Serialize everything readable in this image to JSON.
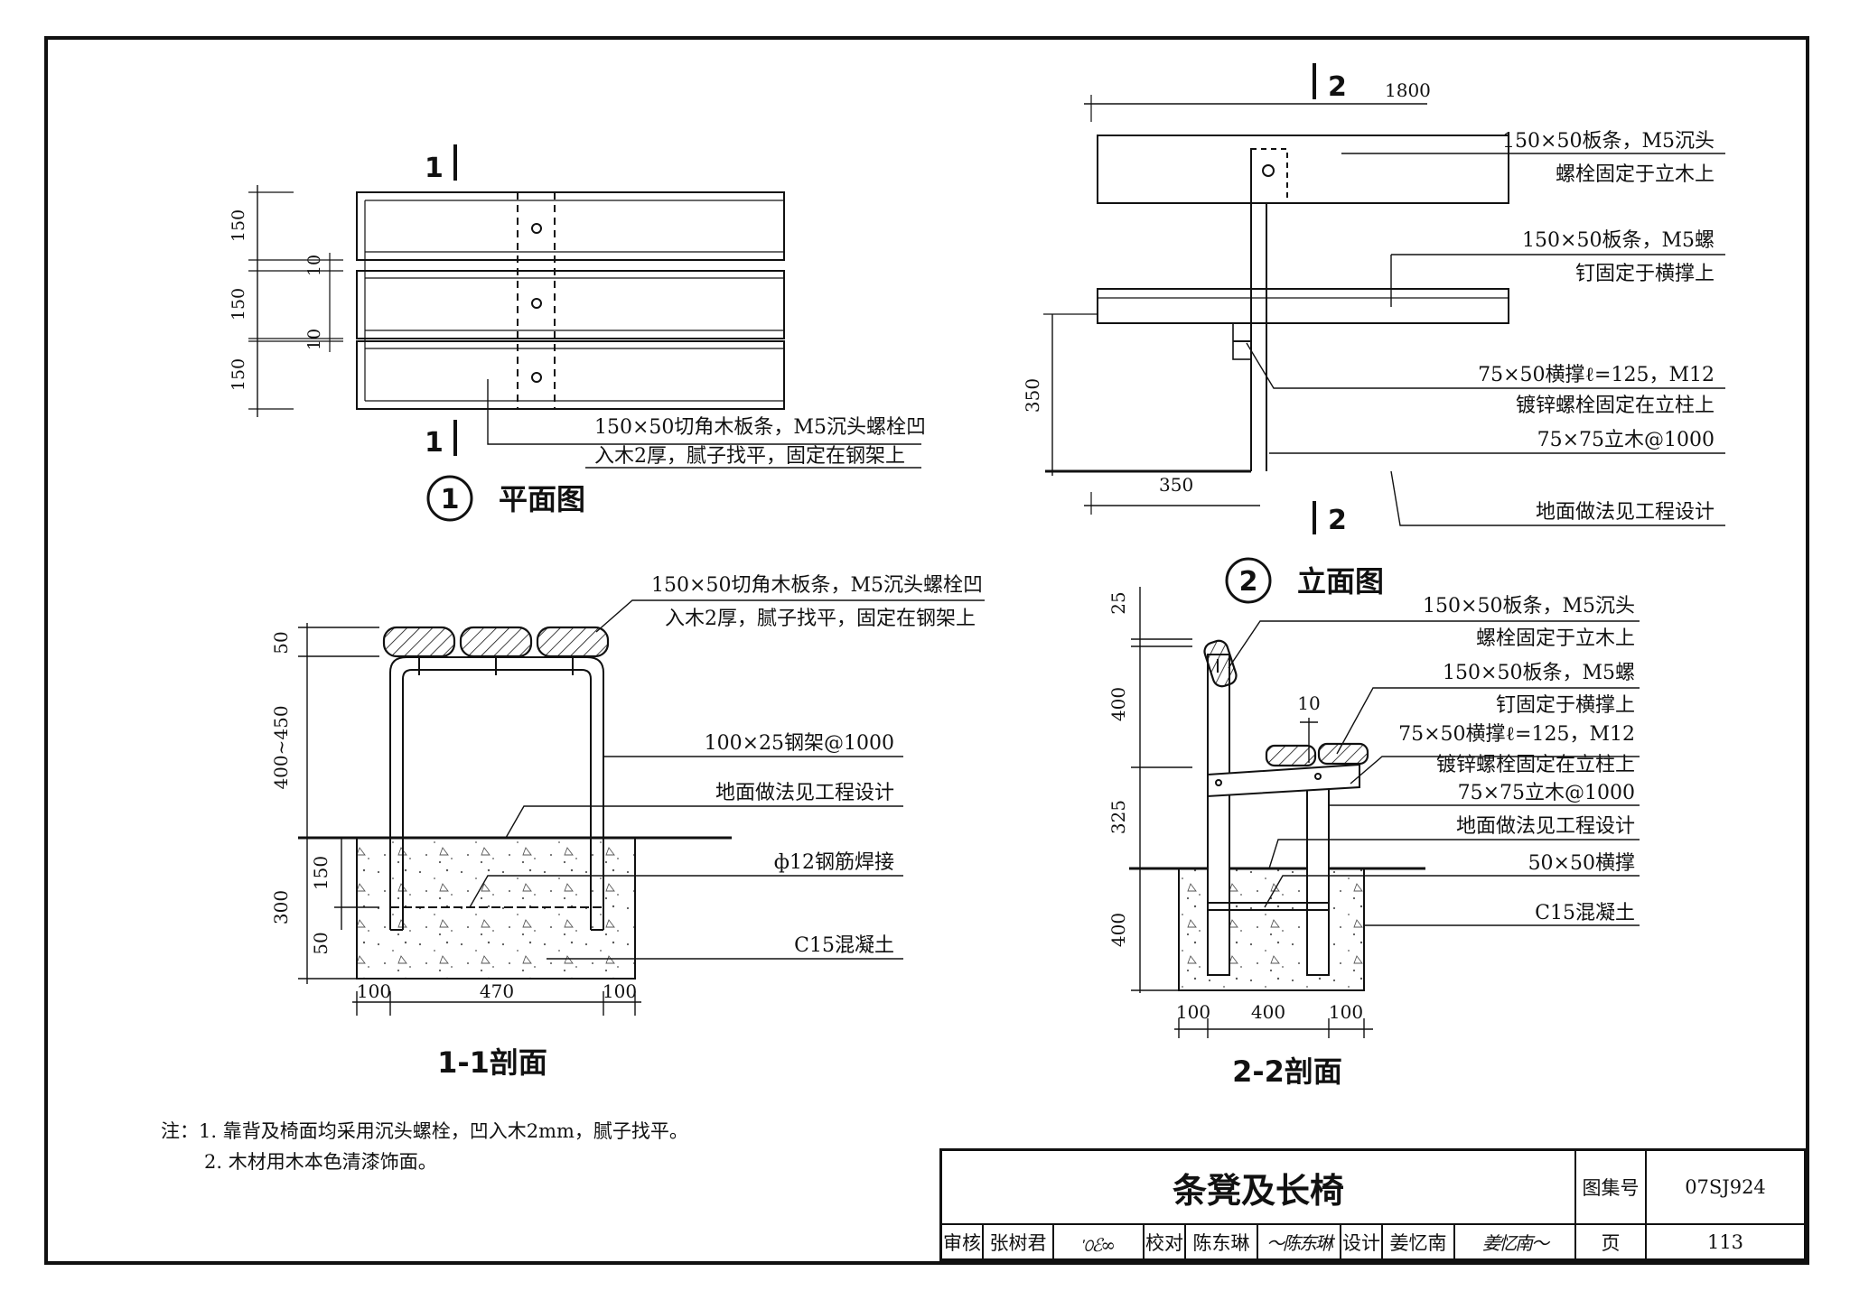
{
  "plan": {
    "title_num": "1",
    "title": "平面图",
    "section_mark": "1",
    "dims": [
      "150",
      "10",
      "150",
      "10",
      "150"
    ],
    "note_line1": "150×50切角木板条，M5沉头螺栓凹",
    "note_line2": "入木2厚，腻子找平，固定在钢架上"
  },
  "elevation": {
    "title_num": "2",
    "title": "立面图",
    "section_mark": "2",
    "dim_top": "1800",
    "dim_height": "350",
    "dim_bottom": "350",
    "notes": [
      "150×50板条，M5沉头",
      "螺栓固定于立木上",
      "150×50板条，M5螺",
      "钉固定于横撑上",
      "75×50横撑ℓ=125，M12",
      "镀锌螺栓固定在立柱上",
      "75×75立木@1000",
      "地面做法见工程设计"
    ]
  },
  "section11": {
    "title": "1-1剖面",
    "dims_v": [
      "50",
      "400~450",
      "150",
      "300",
      "50"
    ],
    "dims_h": [
      "100",
      "470",
      "100"
    ],
    "notes": [
      "150×50切角木板条，M5沉头螺栓凹",
      "入木2厚，腻子找平，固定在钢架上",
      "100×25钢架@1000",
      "地面做法见工程设计",
      "ф12钢筋焊接",
      "C15混凝土"
    ]
  },
  "section22": {
    "title": "2-2剖面",
    "dims_v": [
      "25",
      "400",
      "325",
      "400"
    ],
    "dim_gap": "10",
    "dims_h": [
      "100",
      "400",
      "100"
    ],
    "notes": [
      "150×50板条，M5沉头",
      "螺栓固定于立木上",
      "150×50板条，M5螺",
      "钉固定于横撑上",
      "75×50横撑ℓ=125，M12",
      "镀锌螺栓固定在立柱上",
      "75×75立木@1000",
      "地面做法见工程设计",
      "50×50横撑",
      "C15混凝土"
    ]
  },
  "footnotes": {
    "line1": "注：1. 靠背及椅面均采用沉头螺栓，凹入木2mm，腻子找平。",
    "line2": "2. 木材用木本色清漆饰面。"
  },
  "title_block": {
    "title": "条凳及长椅",
    "atlas_label": "图集号",
    "atlas_no": "07SJ924",
    "review_label": "审核",
    "reviewer": "张树君",
    "check_label": "校对",
    "checker": "陈东琳",
    "design_label": "设计",
    "designer": "姜忆南",
    "page_label": "页",
    "page_no": "113"
  }
}
